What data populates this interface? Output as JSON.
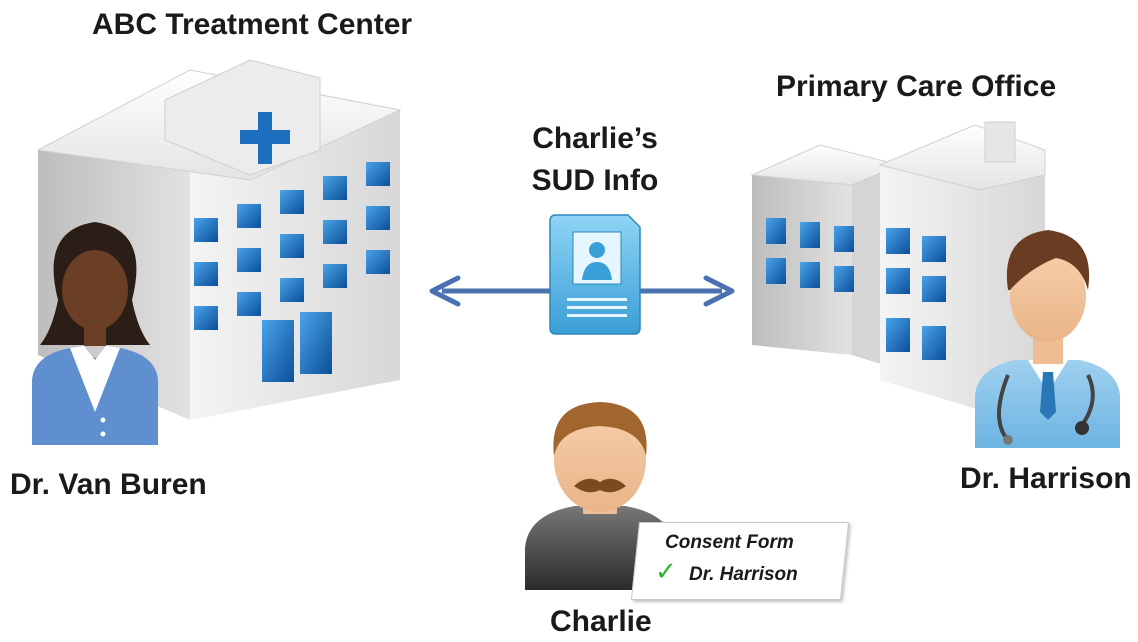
{
  "left_facility": {
    "title": "ABC Treatment Center"
  },
  "right_facility": {
    "title": "Primary Care Office"
  },
  "info": {
    "label_line1": "Charlie’s",
    "label_line2": "SUD Info"
  },
  "people": {
    "left_doctor": "Dr. Van Buren",
    "right_doctor": "Dr. Harrison",
    "patient": "Charlie"
  },
  "consent_form": {
    "title": "Consent Form",
    "check_mark": "✓",
    "authorized": "Dr. Harrison"
  },
  "icons": [
    "hospital-building-icon",
    "clinic-building-icon",
    "medical-record-card-icon",
    "female-doctor-icon",
    "male-doctor-icon",
    "patient-icon",
    "bidirectional-arrow-icon"
  ],
  "colors": {
    "arrow": "#4a72b0",
    "window": "#1e6fc0",
    "card": "#5cb8e6"
  }
}
